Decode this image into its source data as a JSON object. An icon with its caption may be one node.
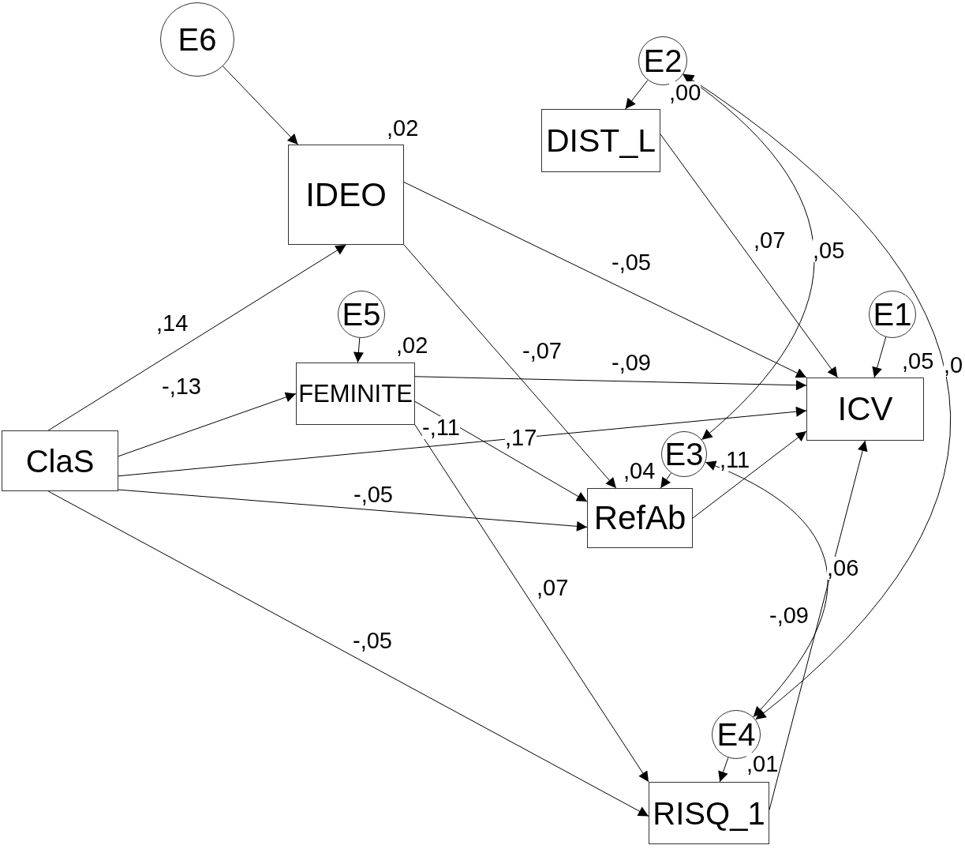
{
  "diagram": {
    "nodes": [
      {
        "text": [
          "E6"
        ]
      },
      {
        "text": [
          "E2"
        ]
      },
      {
        "text": [
          "DIST_L"
        ],
        "beside": [
          ",00"
        ]
      },
      {
        "text": [
          "IDEO"
        ],
        "beside": [
          ",02"
        ]
      },
      {
        "text": [
          "E5"
        ]
      },
      {
        "text": [
          "E1"
        ]
      },
      {
        "text": [
          "FEMINITE"
        ],
        "beside": [
          ",02"
        ]
      },
      {
        "text": [
          "ICV"
        ],
        "beside": [
          ",05"
        ]
      },
      {
        "text": [
          "ClaS"
        ]
      },
      {
        "text": [
          "E3"
        ]
      },
      {
        "text": [
          "RefAb"
        ],
        "beside": [
          ",04"
        ]
      },
      {
        "text": [
          "E4"
        ]
      },
      {
        "text": [
          "RISQ_1"
        ],
        "beside": [
          ",01"
        ]
      }
    ],
    "edges": [
      {
        "from": 0,
        "to": 3,
        "arrow": "to"
      },
      {
        "from": 1,
        "to": 2,
        "arrow": "to"
      },
      {
        "from": 4,
        "to": 6,
        "arrow": "to"
      },
      {
        "from": 5,
        "to": 7,
        "arrow": "to"
      },
      {
        "from": 9,
        "to": 10,
        "arrow": "to"
      },
      {
        "from": 11,
        "to": 12,
        "arrow": "to"
      },
      {
        "from": 8,
        "to": 3,
        "arrow": "to",
        "label": ",14"
      },
      {
        "from": 8,
        "to": 6,
        "arrow": "to",
        "label": "-,13"
      },
      {
        "from": 8,
        "to": 7,
        "arrow": "to",
        "label": ",17"
      },
      {
        "from": 8,
        "to": 10,
        "arrow": "to",
        "label": "-,05"
      },
      {
        "from": 8,
        "to": 12,
        "arrow": "to",
        "label": "-,05"
      },
      {
        "from": 3,
        "to": 7,
        "arrow": "to",
        "label": "-,05"
      },
      {
        "from": 3,
        "to": 10,
        "arrow": "to",
        "label": "-,07"
      },
      {
        "from": 6,
        "to": 7,
        "arrow": "to",
        "label": "-,09"
      },
      {
        "from": 6,
        "to": 10,
        "arrow": "to",
        "label": "-,11"
      },
      {
        "from": 6,
        "to": 12,
        "arrow": "to",
        "label": ",07"
      },
      {
        "from": 2,
        "to": 7,
        "arrow": "to",
        "label": ",07"
      },
      {
        "from": 10,
        "to": 7,
        "arrow": "to",
        "label": ",11"
      },
      {
        "from": 12,
        "to": 7,
        "arrow": "to",
        "label": ",06"
      },
      {
        "from": 1,
        "to": 9,
        "arrow": "both",
        "label": ",05"
      },
      {
        "from": 1,
        "to": 11,
        "arrow": "both",
        "label": ",0"
      },
      {
        "from": 9,
        "to": 11,
        "arrow": "both",
        "label": "-,09"
      }
    ]
  }
}
